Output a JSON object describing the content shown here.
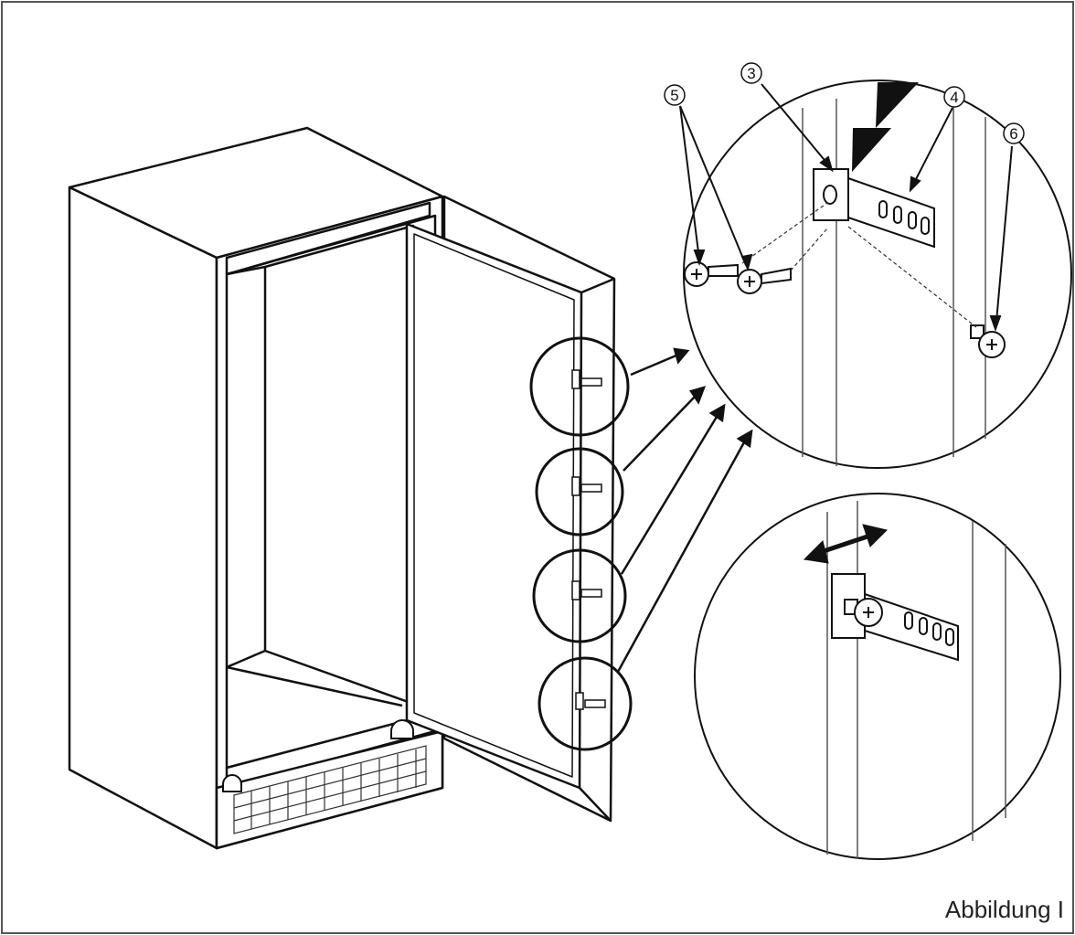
{
  "caption": "Abbildung I",
  "callouts": {
    "c3": "3",
    "c4": "4",
    "c5": "5",
    "c6": "6"
  },
  "colors": {
    "line": "#111111",
    "paper": "#ffffff",
    "light_line": "#555555"
  }
}
